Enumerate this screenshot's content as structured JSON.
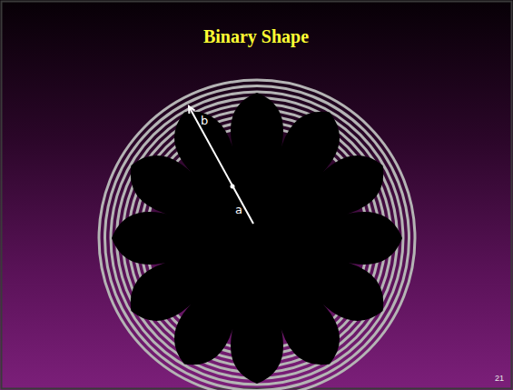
{
  "diagram": {
    "title": "Binary Shape",
    "labels": [
      "b",
      "a",
      "21"
    ]
  }
}
